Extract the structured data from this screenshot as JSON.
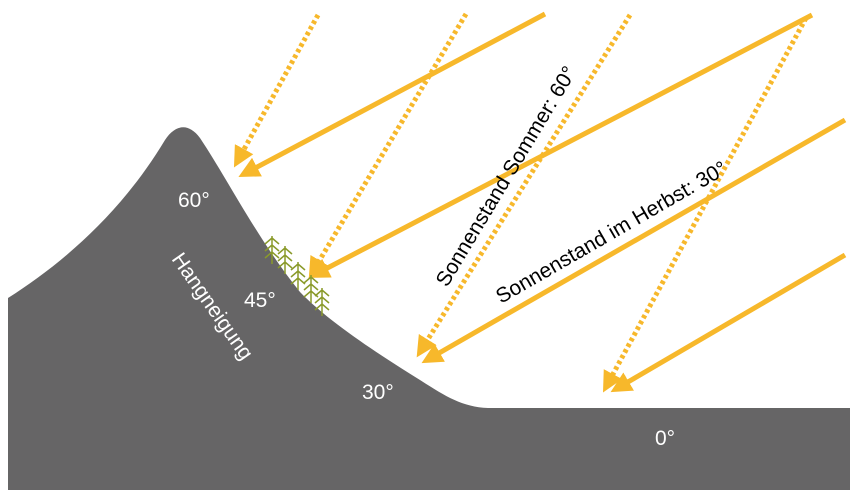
{
  "colors": {
    "terrain": "#666566",
    "sun_ray": "#F7B82B",
    "tree": "#8A9A2A",
    "slope_label": "#FFFFFF",
    "sun_label": "#000000"
  },
  "slope_labels": {
    "deg60": "60°",
    "deg45": "45°",
    "deg30": "30°",
    "deg0": "0°",
    "slope": "Hangneigung"
  },
  "sun_labels": {
    "summer": "Sonnenstand Sommer: 60°",
    "autumn": "Sonnenstand im Herbst: 30°"
  },
  "icons": [
    "conifer-tree-icon"
  ]
}
